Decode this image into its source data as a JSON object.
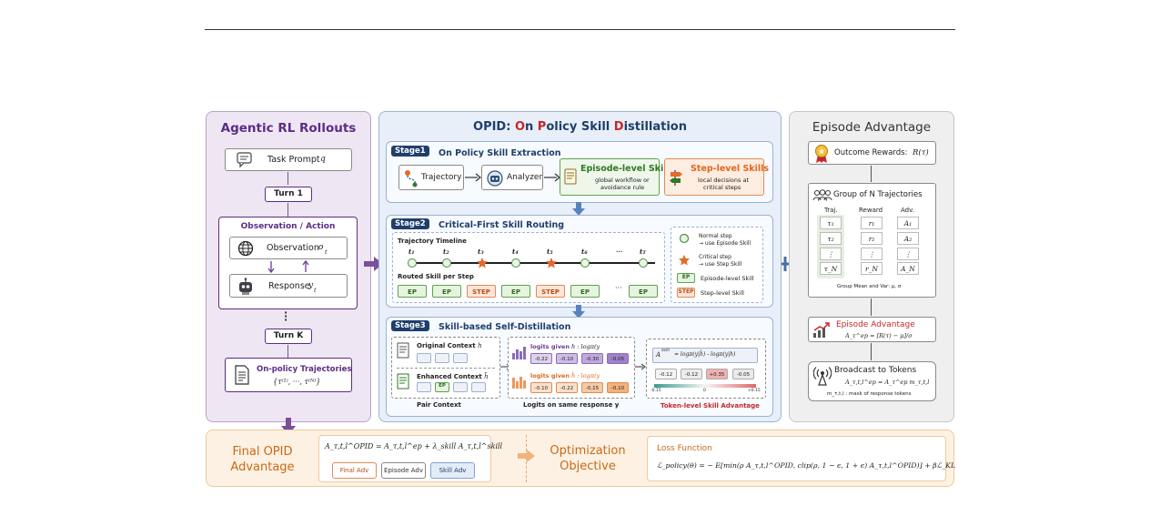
{
  "left": {
    "title": "Agentic RL Rollouts",
    "task_prompt": "Task Prompt",
    "task_var": "q",
    "turn1": "Turn 1",
    "obs_action_title": "Observation / Action",
    "observation": "Observation",
    "obs_var": "o",
    "obs_sub": "t",
    "response": "Response",
    "resp_var": "y",
    "resp_sub": "t",
    "turnk": "Turn K",
    "onpolicy": "On-policy Trajectories",
    "onpolicy_set": "{τ⁽¹⁾, ···, τ⁽ᴺ⁾}"
  },
  "mid": {
    "title_prefix": "OPID: ",
    "title_o": "O",
    "title_n": "n ",
    "title_p": "P",
    "title_olicy": "olicy Skill ",
    "title_d": "D",
    "title_rest": "istillation",
    "stage1": {
      "tag": "Stage1",
      "title": "On Policy Skill Extraction",
      "trajectory": "Trajectory",
      "analyzer": "Analyzer",
      "ep_title": "Episode-level Skill",
      "ep_desc1": "global workflow or",
      "ep_desc2": "avoidance rule",
      "st_title": "Step-level Skills",
      "st_desc1": "local decisions at",
      "st_desc2": "critical steps"
    },
    "stage2": {
      "tag": "Stage2",
      "title": "Critical-First Skill Routing",
      "timeline": "Trajectory Timeline",
      "routed": "Routed Skill per Step",
      "steps": [
        {
          "t": "t",
          "sub": "1"
        },
        {
          "t": "t",
          "sub": "2"
        },
        {
          "t": "t",
          "sub": "3"
        },
        {
          "t": "t",
          "sub": "4"
        },
        {
          "t": "t",
          "sub": "5"
        },
        {
          "t": "t",
          "sub": "6"
        },
        {
          "t": "···",
          "sub": ""
        },
        {
          "t": "t",
          "sub": "T"
        }
      ],
      "skills": [
        "EP",
        "EP",
        "STEP",
        "EP",
        "STEP",
        "EP",
        "···",
        "EP"
      ],
      "legend_normal1": "Normal step",
      "legend_normal2": "→ use Episode Skill",
      "legend_crit1": "Critical step",
      "legend_crit2": "→ use Step Skill",
      "legend_ep_tag": "EP",
      "legend_ep": "Episode-level Skill",
      "legend_st_tag": "STEP",
      "legend_st": "Step-level Skill"
    },
    "stage3": {
      "tag": "Stage3",
      "title": "Skill-based Self-Distillation",
      "orig_ctx": "Original Context",
      "orig_var": "h",
      "enh_ctx": "Enhanced Context",
      "enh_var": "h̃",
      "enh_ep": "EP",
      "pair_ctx": "Pair Context",
      "logits_given": "logits given",
      "logits_h": "h : logπ(y",
      "logits_ht": "h̃ : logπ(y",
      "logits_label": "Logits on same response y",
      "orig_vals": [
        "-0.22",
        "-0.10",
        "-0.30",
        "-0.05"
      ],
      "enh_vals": [
        "-0.10",
        "-0.22",
        "-0.15",
        "-0.10"
      ],
      "adv_formula": "= logπ(y|h̃) - logπ(y|h)",
      "adv_sym": "A",
      "adv_sup": "skill",
      "adv_vals": [
        "-0.12",
        "-0.12",
        "+0.35",
        "-0.05"
      ],
      "scale_min": "-0.15",
      "scale_mid": "0",
      "scale_max": "+0.15",
      "token_adv": "Token-level Skill Advantage"
    }
  },
  "right": {
    "title": "Episode Advantage",
    "outcome": "Outcome Rewards:",
    "outcome_var": "R(τ)",
    "group_title": "Group of N Trajectories",
    "col_traj": "Traj.",
    "col_reward": "Reward",
    "col_adv": "Adv.",
    "rows": [
      {
        "t": "τ₁",
        "r": "r₁",
        "a": "A₁"
      },
      {
        "t": "τ₂",
        "r": "r₂",
        "a": "A₂"
      },
      {
        "t": "⋮",
        "r": "⋮",
        "a": "⋮"
      },
      {
        "t": "τ_N",
        "r": "r_N",
        "a": "A_N"
      }
    ],
    "group_stats": "Group Mean and Var: μ, σ",
    "ep_adv_title": "Episode Advantage",
    "ep_adv_formula": "A_τ^ep = [R(τ) − μ]/σ",
    "broadcast_title": "Broadcast to Tokens",
    "broadcast_formula": "A_τ,t,l^ep = A_τ^ep m_τ,t,l",
    "mask_note": "m_τ,t,l : mask of response tokens"
  },
  "bottom": {
    "final_line1": "Final OPID",
    "final_line2": "Advantage",
    "formula": "A_τ,t,l^OPID = A_τ,t,l^ep + λ_skill A_τ,t,l^skill",
    "tag_final": "Final Adv",
    "tag_episode": "Episode Adv",
    "tag_skill": "Skill Adv",
    "opt_line1": "Optimization",
    "opt_line2": "Objective",
    "loss_title": "Loss Function",
    "loss_formula": "ℒ_policy(θ) = − E[min(ρ A_τ,t,l^OPID, clip(ρ, 1 − ϵ, 1 + ϵ) A_τ,t,l^OPID)] + βℒ_KL"
  },
  "colors": {
    "purple": "#6a3c93",
    "navy": "#1f3e6c",
    "red": "#c62828",
    "green": "#2f7a22",
    "orange": "#e0681c",
    "gold": "#c96a16"
  },
  "icons": [
    "chat-icon",
    "globe-icon",
    "robot-icon",
    "document-icon",
    "trajectory-icon",
    "analyzer-icon",
    "medal-icon",
    "group-icon",
    "chart-up-icon",
    "broadcast-icon",
    "signpost-icon",
    "scroll-icon",
    "star-icon",
    "plus-icon",
    "arrow-right-icon",
    "arrow-down-icon"
  ]
}
